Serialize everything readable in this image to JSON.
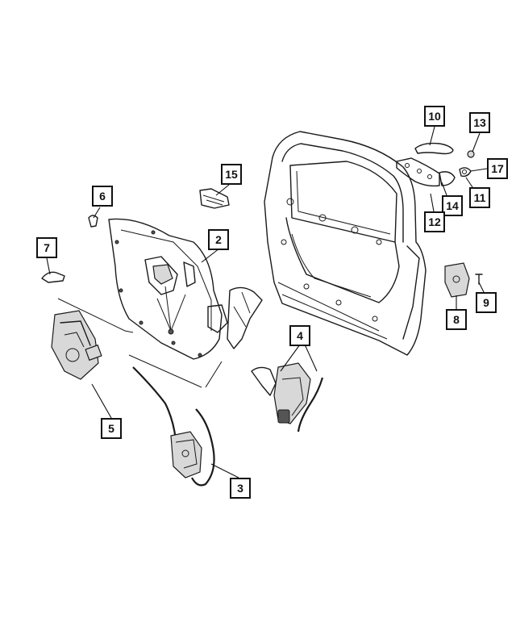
{
  "callouts": {
    "c1": "10",
    "c2": "13",
    "c3": "17",
    "c4": "15",
    "c5": "14",
    "c6": "11",
    "c7": "12",
    "c8": "6",
    "c9": "2",
    "c10": "7",
    "c11": "8",
    "c12": "9",
    "c13": "4",
    "c14": "5",
    "c15": "3"
  }
}
